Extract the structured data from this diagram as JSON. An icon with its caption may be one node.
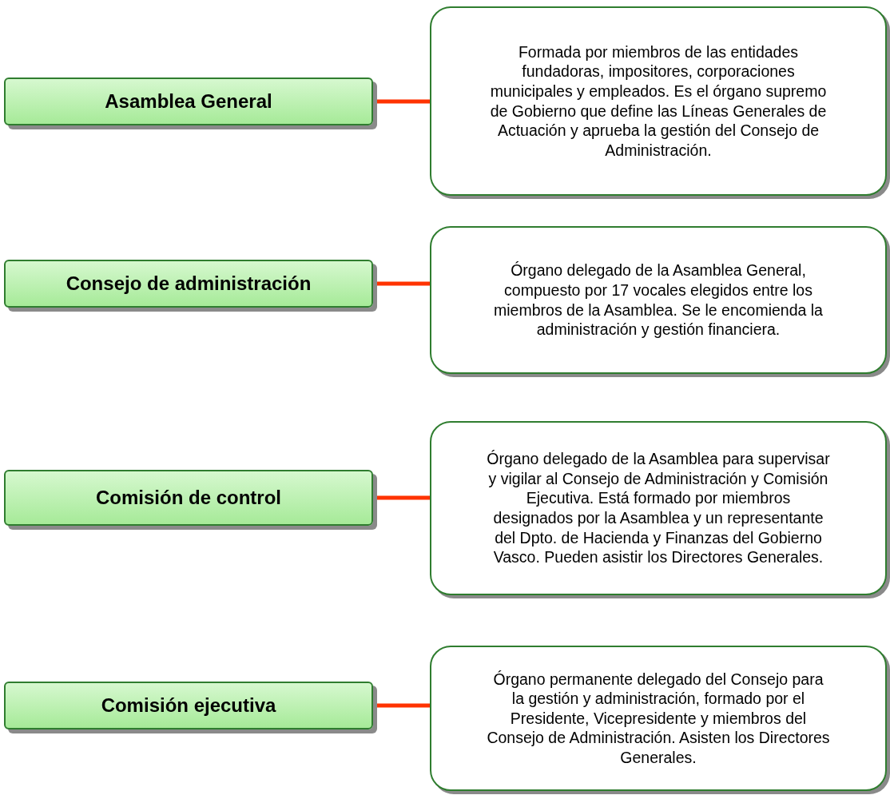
{
  "diagram": {
    "nodes": [
      {
        "text": [
          "Asamblea General"
        ]
      },
      {
        "text": [
          "Formada por miembros de las entidades fundadoras, impositores, corporaciones municipales y empleados. Es el órgano supremo de Gobierno que define las Líneas Generales de Actuación  y aprueba la gestión del Consejo de Administración."
        ]
      },
      {
        "text": [
          "Consejo de administración"
        ]
      },
      {
        "text": [
          "Órgano delegado de la Asamblea General, compuesto por 17 vocales elegidos entre los miembros de la Asamblea. Se le encomienda la administración y gestión financiera."
        ]
      },
      {
        "text": [
          "Comisión de control"
        ]
      },
      {
        "text": [
          "Órgano delegado de la Asamblea para supervisar y vigilar al Consejo de Administración y Comisión Ejecutiva. Está formado por miembros designados por la Asamblea y un representante del Dpto. de Hacienda y Finanzas del Gobierno Vasco. Pueden asistir los Directores Generales."
        ]
      },
      {
        "text": [
          "Comisión ejecutiva"
        ]
      },
      {
        "text": [
          "Órgano permanente delegado del Consejo para la gestión y administración, formado por el Presidente, Vicepresidente y miembros del Consejo de Administración. Asisten los Directores Generales."
        ]
      }
    ],
    "edges": [
      {
        "from": 0,
        "to": 1,
        "arrow": "none"
      },
      {
        "from": 2,
        "to": 3,
        "arrow": "none"
      },
      {
        "from": 4,
        "to": 5,
        "arrow": "none"
      },
      {
        "from": 6,
        "to": 7,
        "arrow": "none"
      }
    ]
  }
}
